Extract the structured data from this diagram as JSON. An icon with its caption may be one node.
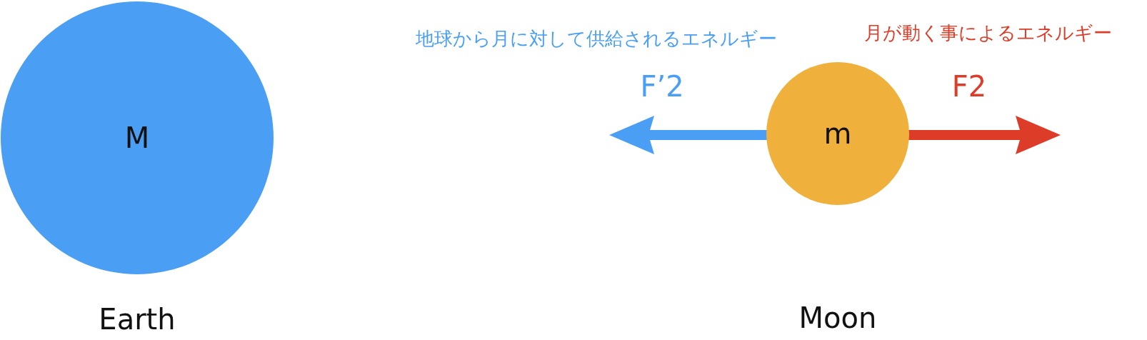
{
  "diagram": {
    "nodes": [
      {
        "text": [
          "M"
        ],
        "beside": [
          "Earth"
        ]
      },
      {
        "text": [
          "m"
        ],
        "beside": [
          "Moon"
        ]
      }
    ],
    "labels": [
      "地球から月に対して供給されるエネルギー",
      "月が動く事によるエネルギー",
      "F’2",
      "F2"
    ]
  }
}
